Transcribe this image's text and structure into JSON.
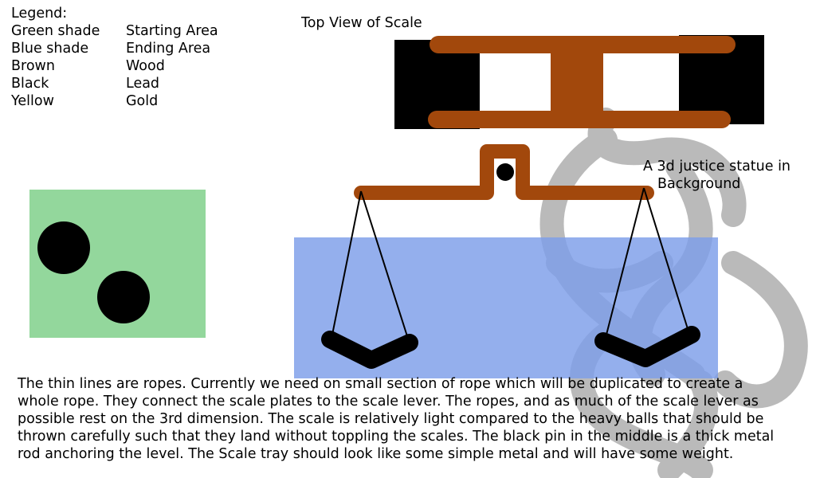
{
  "legend": {
    "title": "Legend:",
    "items": [
      {
        "color_name": "Green shade",
        "meaning": "Starting Area"
      },
      {
        "color_name": "Blue shade",
        "meaning": "Ending Area"
      },
      {
        "color_name": "Brown",
        "meaning": "Wood"
      },
      {
        "color_name": "Black",
        "meaning": "Lead"
      },
      {
        "color_name": "Yellow",
        "meaning": "Gold"
      }
    ]
  },
  "top_view_label": "Top View of Scale",
  "statue_label": {
    "line1": "A 3d justice statue in",
    "line2": "Background"
  },
  "description_lines": [
    "The thin lines are ropes. Currently we need on small section of rope which will be duplicated to create a",
    "whole rope. They connect the scale plates to the scale lever. The ropes, and as much of the scale lever as",
    "possible rest on the 3rd dimension. The scale is relatively light compared to the heavy balls that should be",
    "thrown carefully such that they land without toppling the scales. The black pin in the middle is a thick metal",
    "rod anchoring the level. The Scale tray should look like some simple metal and will have some weight."
  ],
  "colors": {
    "green_area": "#93d79c",
    "blue_area": "#7d9ee9",
    "wood": "#a2480c",
    "lead": "#000000",
    "statue": "#aaaaaa",
    "background": "#ffffff"
  }
}
